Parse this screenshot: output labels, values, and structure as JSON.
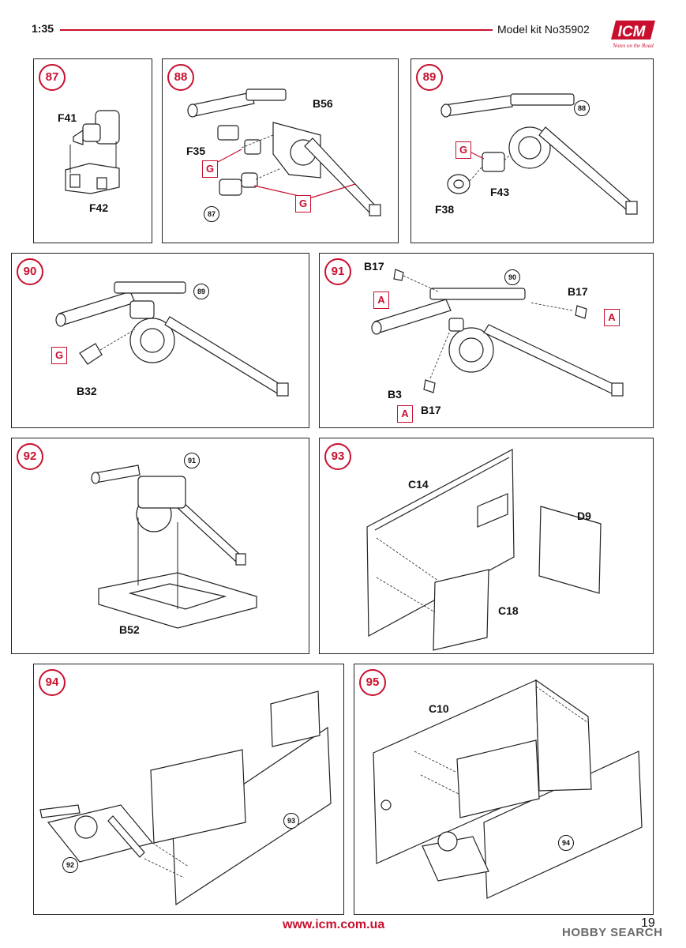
{
  "header": {
    "scale": "1:35",
    "kit": "Model kit No35902",
    "logo": "ICM",
    "logo_tagline": "Notes on the Road"
  },
  "colors": {
    "accent": "#c8102e",
    "ink": "#111111"
  },
  "steps": [
    {
      "number": "87",
      "parts": [
        "F41",
        "F42"
      ]
    },
    {
      "number": "88",
      "parts": [
        "B56",
        "F35"
      ],
      "refs": [
        "87"
      ],
      "marks": [
        "G",
        "G"
      ]
    },
    {
      "number": "89",
      "parts": [
        "F43",
        "F38"
      ],
      "refs": [
        "88"
      ],
      "marks": [
        "G"
      ]
    },
    {
      "number": "90",
      "parts": [
        "B32"
      ],
      "refs": [
        "89"
      ],
      "marks": [
        "G"
      ]
    },
    {
      "number": "91",
      "parts": [
        "B17",
        "B17",
        "B3",
        "B17"
      ],
      "refs": [
        "90"
      ],
      "marks": [
        "A",
        "A",
        "A"
      ]
    },
    {
      "number": "92",
      "parts": [
        "B52"
      ],
      "refs": [
        "91"
      ]
    },
    {
      "number": "93",
      "parts": [
        "C14",
        "D9",
        "C18"
      ]
    },
    {
      "number": "94",
      "refs": [
        "93",
        "92"
      ]
    },
    {
      "number": "95",
      "parts": [
        "C10"
      ],
      "refs": [
        "94"
      ]
    }
  ],
  "footer": {
    "url": "www.icm.com.ua",
    "page": "19",
    "watermark": "HOBBY SEARCH"
  }
}
